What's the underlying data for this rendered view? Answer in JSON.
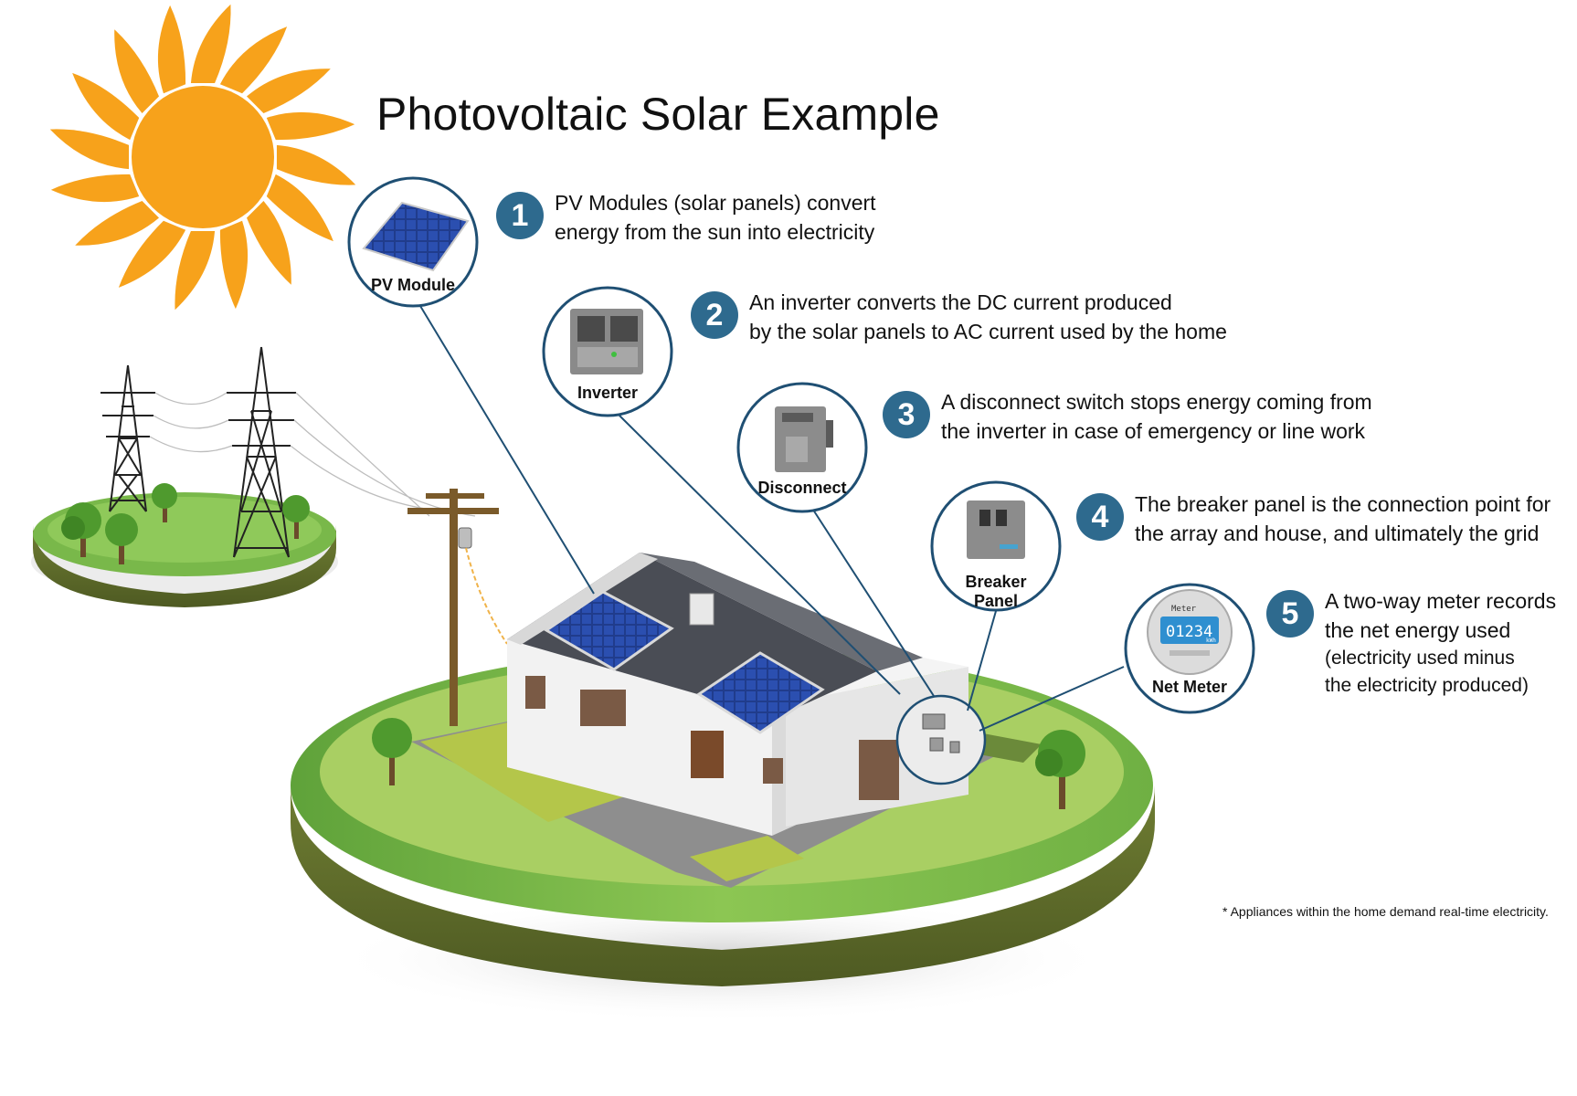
{
  "title": "Photovoltaic Solar Example",
  "steps": [
    {
      "num": "1",
      "lines": [
        "PV Modules (solar panels) convert",
        "energy from the sun into electricity"
      ]
    },
    {
      "num": "2",
      "lines": [
        "An inverter converts the DC current produced",
        "by the solar panels to AC current used by the home"
      ]
    },
    {
      "num": "3",
      "lines": [
        "A disconnect switch stops energy coming from",
        "the inverter in case of emergency or line work"
      ]
    },
    {
      "num": "4",
      "lines": [
        "The breaker panel is the connection point for",
        "the array and house, and ultimately the grid"
      ]
    },
    {
      "num": "5",
      "lines": [
        "A two-way meter records",
        "the net energy used",
        "(electricity used minus",
        "the electricity produced)"
      ]
    }
  ],
  "callouts": {
    "pv_module": "PV Module",
    "inverter": "Inverter",
    "disconnect": "Disconnect",
    "breaker_line1": "Breaker",
    "breaker_line2": "Panel",
    "net_meter": "Net Meter"
  },
  "meter_display": {
    "brand": "Meter",
    "reading": "01234",
    "unit": "kWh"
  },
  "footnote": "* Appliances within the home demand real-time electricity.",
  "colors": {
    "sun": "#f7a21b",
    "step_badge": "#2e6a8e",
    "callout_ring": "#1f4f73",
    "grass": "#7ab648",
    "soil": "#5a6a2a",
    "roof": "#4a4d55",
    "panel": "#1f3f8f"
  }
}
